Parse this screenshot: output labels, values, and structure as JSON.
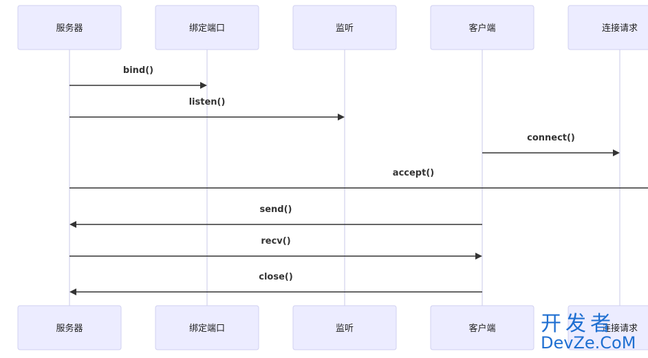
{
  "participants": [
    {
      "id": "server",
      "label": "服务器"
    },
    {
      "id": "bind_port",
      "label": "绑定端口"
    },
    {
      "id": "listen",
      "label": "监听"
    },
    {
      "id": "client",
      "label": "客户端"
    },
    {
      "id": "conn_req",
      "label": "连接请求"
    }
  ],
  "messages": [
    {
      "from": "server",
      "to": "bind_port",
      "label": "bind()"
    },
    {
      "from": "server",
      "to": "listen",
      "label": "listen()"
    },
    {
      "from": "client",
      "to": "conn_req",
      "label": "connect()"
    },
    {
      "from": "server",
      "to": "conn_req",
      "label": "accept()"
    },
    {
      "from": "client",
      "to": "server",
      "label": "send()"
    },
    {
      "from": "server",
      "to": "client",
      "label": "recv()"
    },
    {
      "from": "client",
      "to": "server",
      "label": "close()"
    }
  ],
  "watermark": {
    "line1": "开发者",
    "line2": "DevZe.CoM"
  },
  "colors": {
    "actor_fill": "#ECECFF",
    "actor_stroke": "#D0D0F0",
    "lifeline": "#C8C8E8",
    "message": "#333333",
    "watermark": "#1f6fd1"
  }
}
